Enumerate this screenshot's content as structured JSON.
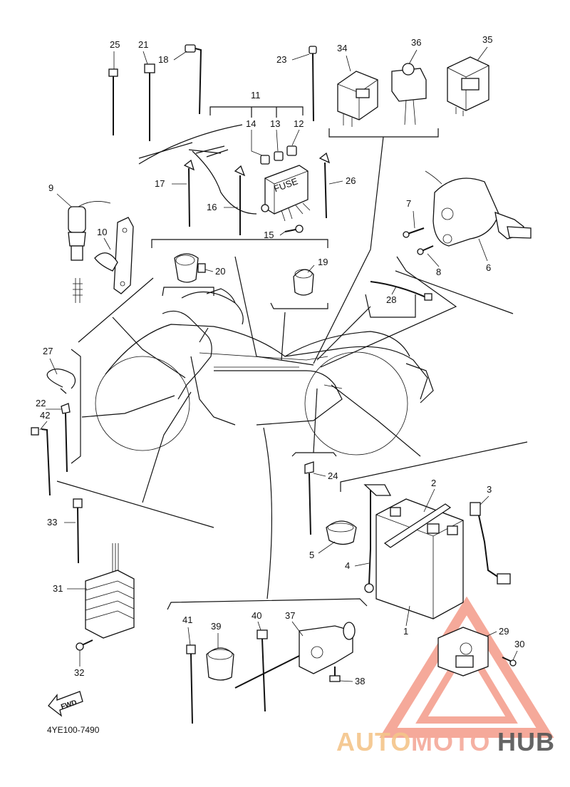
{
  "diagram": {
    "part_code": "4YE100-7490",
    "fwd_label": "FWD",
    "fuse_label": "FUSE",
    "callouts": {
      "c1": "1",
      "c2": "2",
      "c3": "3",
      "c4": "4",
      "c5": "5",
      "c6": "6",
      "c7": "7",
      "c8": "8",
      "c9": "9",
      "c10": "10",
      "c11": "11",
      "c12": "12",
      "c13": "13",
      "c14": "14",
      "c15": "15",
      "c16": "16",
      "c17": "17",
      "c18": "18",
      "c19": "19",
      "c20": "20",
      "c21": "21",
      "c22": "22",
      "c23": "23",
      "c24": "24",
      "c25": "25",
      "c26": "26",
      "c27": "27",
      "c28": "28",
      "c29": "29",
      "c30": "30",
      "c31": "31",
      "c32": "32",
      "c33": "33",
      "c34": "34",
      "c35": "35",
      "c36": "36",
      "c37": "37",
      "c38": "38",
      "c39": "39",
      "c40": "40",
      "c41": "41",
      "c42": "42"
    }
  },
  "watermark": {
    "word_1": "AUTO",
    "word_2": "MOTO",
    "word_3": "HUB",
    "color_primary": "#f5a99a",
    "color_secondary": "#f4c58a",
    "color_dark": "#555555"
  }
}
